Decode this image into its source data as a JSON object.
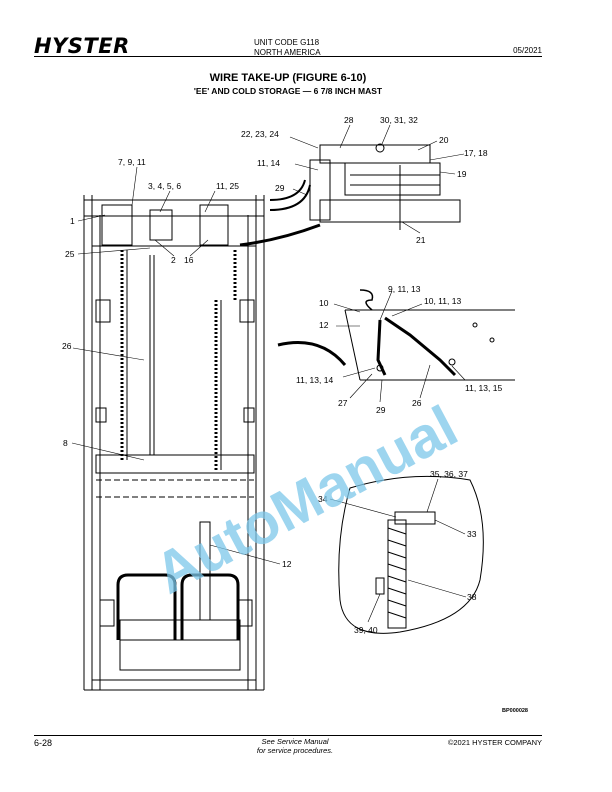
{
  "header": {
    "logo": "HYSTER",
    "unit_code": "UNIT CODE G118",
    "region": "NORTH AMERICA",
    "date": "05/2021"
  },
  "title": "WIRE TAKE-UP (FIGURE 6-10)",
  "subtitle": "'EE' AND COLD STORAGE — 6 7/8 INCH MAST",
  "figure": {
    "id": "BP000028",
    "watermark": "AutoManual",
    "callouts": {
      "c28": "28",
      "c30_32": "30, 31, 32",
      "c22_24": "22, 23, 24",
      "c20": "20",
      "c17_18": "17, 18",
      "c19": "19",
      "c11_14_top": "11, 14",
      "c29_top": "29",
      "c21": "21",
      "c7_9_11": "7, 9, 11",
      "c3_6": "3, 4, 5, 6",
      "c11_25": "11, 25",
      "c1": "1",
      "c25": "25",
      "c2": "2",
      "c16": "16",
      "c10": "10",
      "c9_11_13": "9, 11, 13",
      "c10_11_13": "10, 11, 13",
      "c12_mid": "12",
      "c26_left": "26",
      "c11_13_14": "11, 13, 14",
      "c11_13_15": "11, 13, 15",
      "c27": "27",
      "c29_mid": "29",
      "c26_mid": "26",
      "c8": "8",
      "c35_37": "35, 36, 37",
      "c34": "34",
      "c33": "33",
      "c12_low": "12",
      "c38": "38",
      "c39_40": "39, 40"
    }
  },
  "footer": {
    "page": "6-28",
    "note_line1": "See Service Manual",
    "note_line2": "for service procedures.",
    "copyright": "©2021 HYSTER COMPANY"
  }
}
